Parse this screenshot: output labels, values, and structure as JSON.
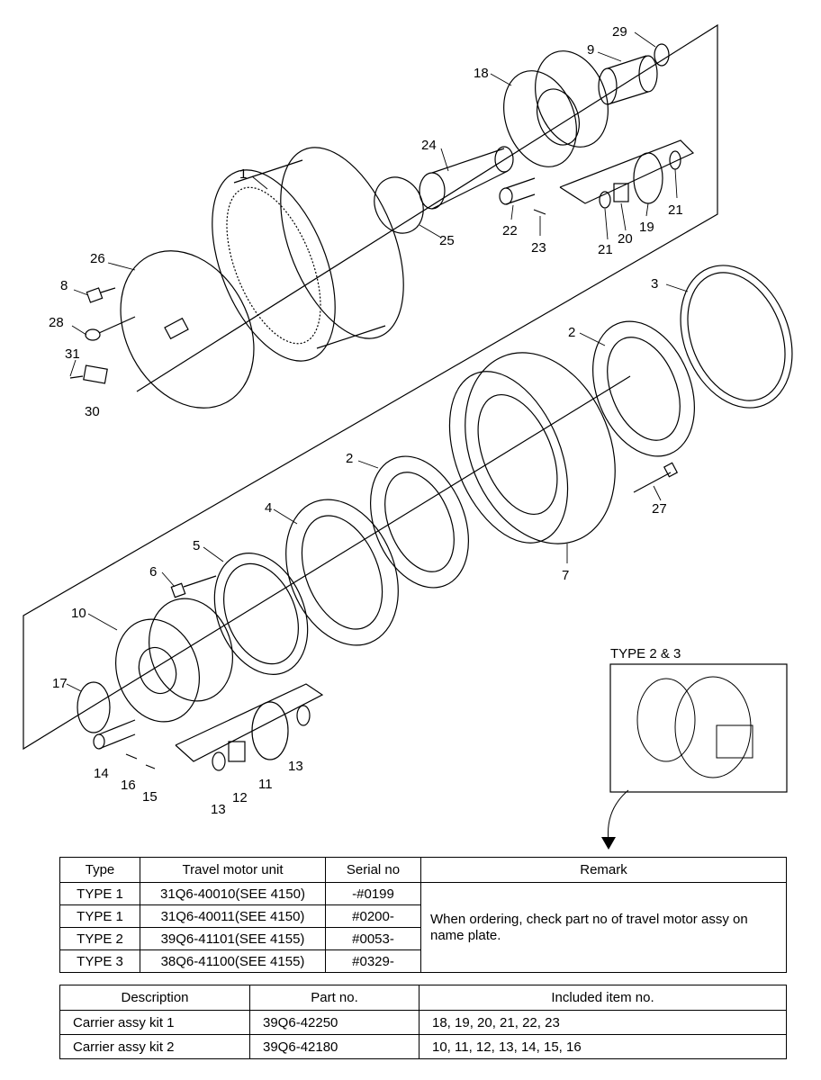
{
  "callouts": {
    "c1": "1",
    "c2a": "2",
    "c2b": "2",
    "c3": "3",
    "c4": "4",
    "c5": "5",
    "c6": "6",
    "c7": "7",
    "c8": "8",
    "c9": "9",
    "c10": "10",
    "c11": "11",
    "c12": "12",
    "c13a": "13",
    "c13b": "13",
    "c14": "14",
    "c15": "15",
    "c16": "16",
    "c17": "17",
    "c18": "18",
    "c19": "19",
    "c20": "20",
    "c21a": "21",
    "c21b": "21",
    "c22": "22",
    "c23": "23",
    "c24": "24",
    "c25": "25",
    "c26": "26",
    "c27": "27",
    "c28": "28",
    "c29": "29",
    "c30": "30",
    "c31": "31"
  },
  "inset": {
    "label": "TYPE 2 & 3"
  },
  "type_table": {
    "headers": [
      "Type",
      "Travel motor unit",
      "Serial no",
      "Remark"
    ],
    "rows": [
      [
        "TYPE 1",
        "31Q6-40010(SEE 4150)",
        "-#0199"
      ],
      [
        "TYPE 1",
        "31Q6-40011(SEE 4150)",
        "#0200-"
      ],
      [
        "TYPE 2",
        "39Q6-41101(SEE 4155)",
        "#0053-"
      ],
      [
        "TYPE 3",
        "38Q6-41100(SEE 4155)",
        "#0329-"
      ]
    ],
    "remark": "When ordering, check part no of travel motor assy on name plate."
  },
  "kit_table": {
    "headers": [
      "Description",
      "Part no.",
      "Included item no."
    ],
    "rows": [
      [
        "Carrier assy kit 1",
        "39Q6-42250",
        "18, 19, 20, 21, 22, 23"
      ],
      [
        "Carrier assy kit 2",
        "39Q6-42180",
        "10, 11, 12, 13, 14, 15, 16"
      ]
    ]
  }
}
